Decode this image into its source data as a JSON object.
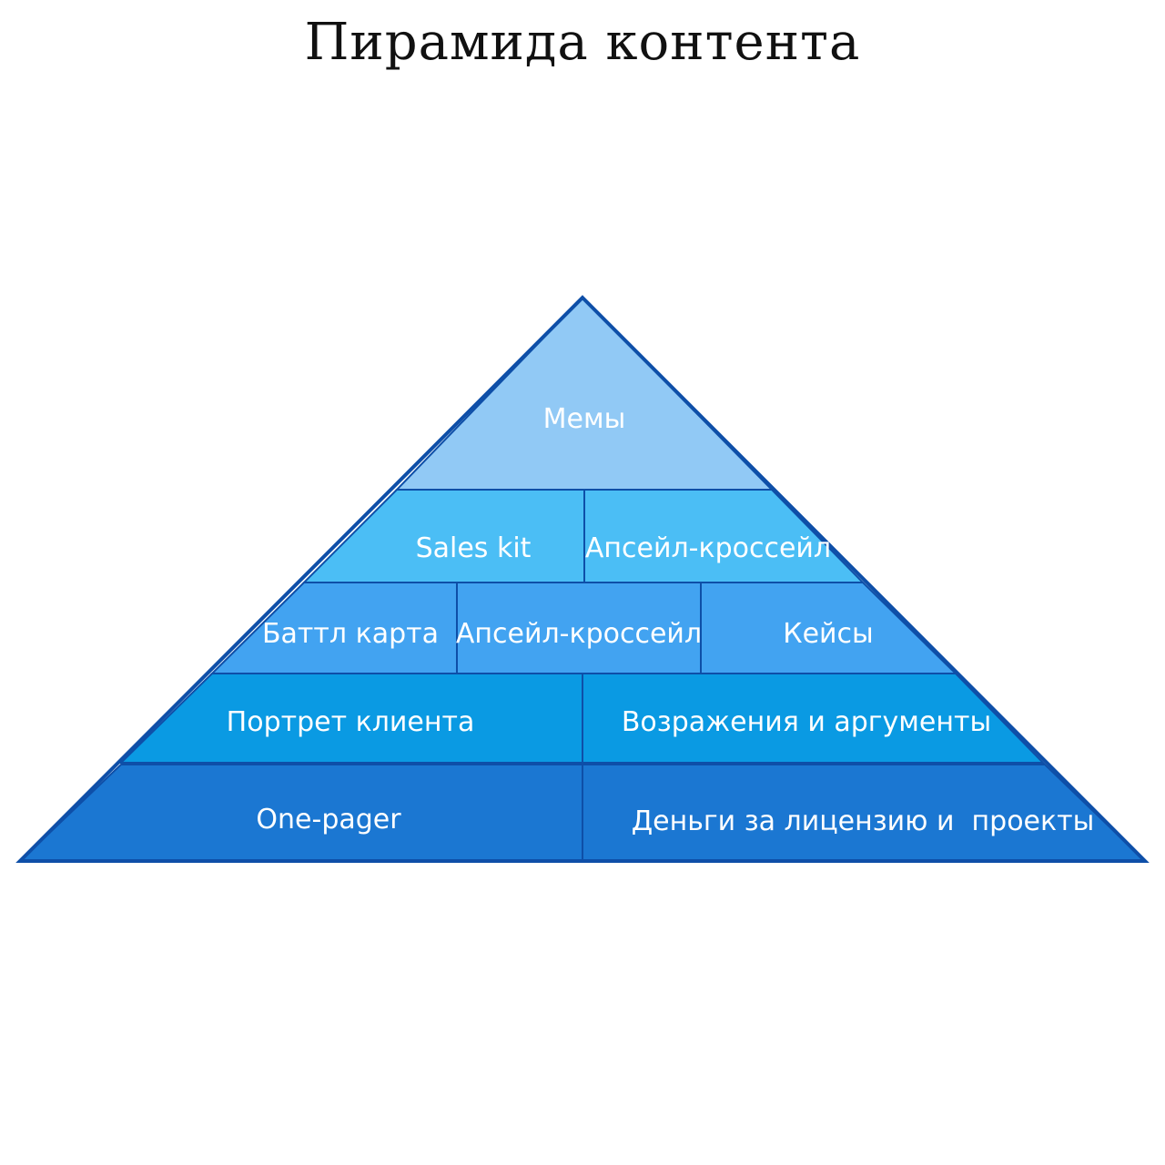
{
  "title": "Пирамида контента",
  "colors": {
    "tier1": "#91c9f5",
    "tier2": "#4bbef5",
    "tier3": "#42a3f1",
    "tier4": "#0a9ae3",
    "tier5": "#1b77d2",
    "stroke": "#0e4fa8",
    "text": "#ffffff"
  },
  "tiers": [
    {
      "id": "tier1",
      "cells": [
        "Мемы"
      ]
    },
    {
      "id": "tier2",
      "cells": [
        "Sales kit",
        "Апсейл-кроссейл"
      ]
    },
    {
      "id": "tier3",
      "cells": [
        "Баттл карта",
        "Апсейл-кроссейл",
        "Кейсы"
      ]
    },
    {
      "id": "tier4",
      "cells": [
        "Портрет клиента",
        "Возражения и аргументы"
      ]
    },
    {
      "id": "tier5",
      "cells": [
        "One-pager",
        "Деньги за лицензию и  проекты"
      ]
    }
  ]
}
